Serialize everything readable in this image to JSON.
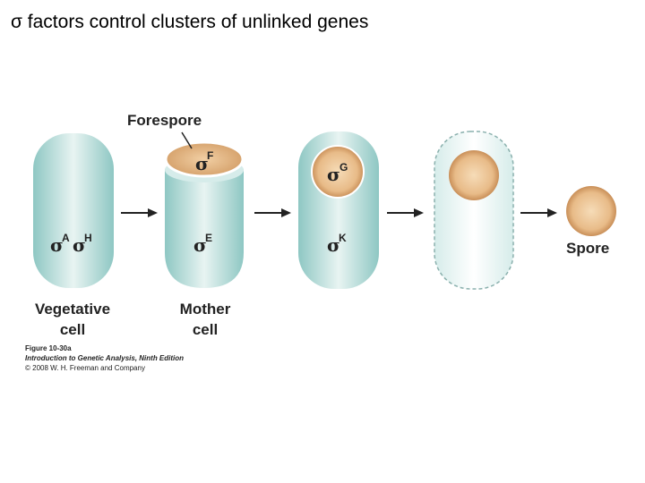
{
  "slide": {
    "title": "σ factors control clusters of unlinked genes"
  },
  "diagram": {
    "sigma_symbol": "σ",
    "labels": {
      "forespore": "Forespore",
      "spore": "Spore",
      "vegetative_line1": "Vegetative",
      "vegetative_line2": "cell",
      "mother_line1": "Mother",
      "mother_line2": "cell"
    },
    "factors": {
      "vegetative_a": "A",
      "vegetative_h": "H",
      "forespore_f": "F",
      "mother_e": "E",
      "forespore_g": "G",
      "mother_k": "K"
    },
    "colors": {
      "cell_teal": "#8ec7c3",
      "cell_light": "#e8f4f2",
      "spore_orange": "#dca874",
      "spore_light": "#f6dcb8",
      "arrow": "#222222"
    }
  },
  "caption": {
    "figure": "Figure 10-30a",
    "book": "Introduction to Genetic Analysis, Ninth Edition",
    "copyright": "© 2008 W. H. Freeman and Company"
  }
}
